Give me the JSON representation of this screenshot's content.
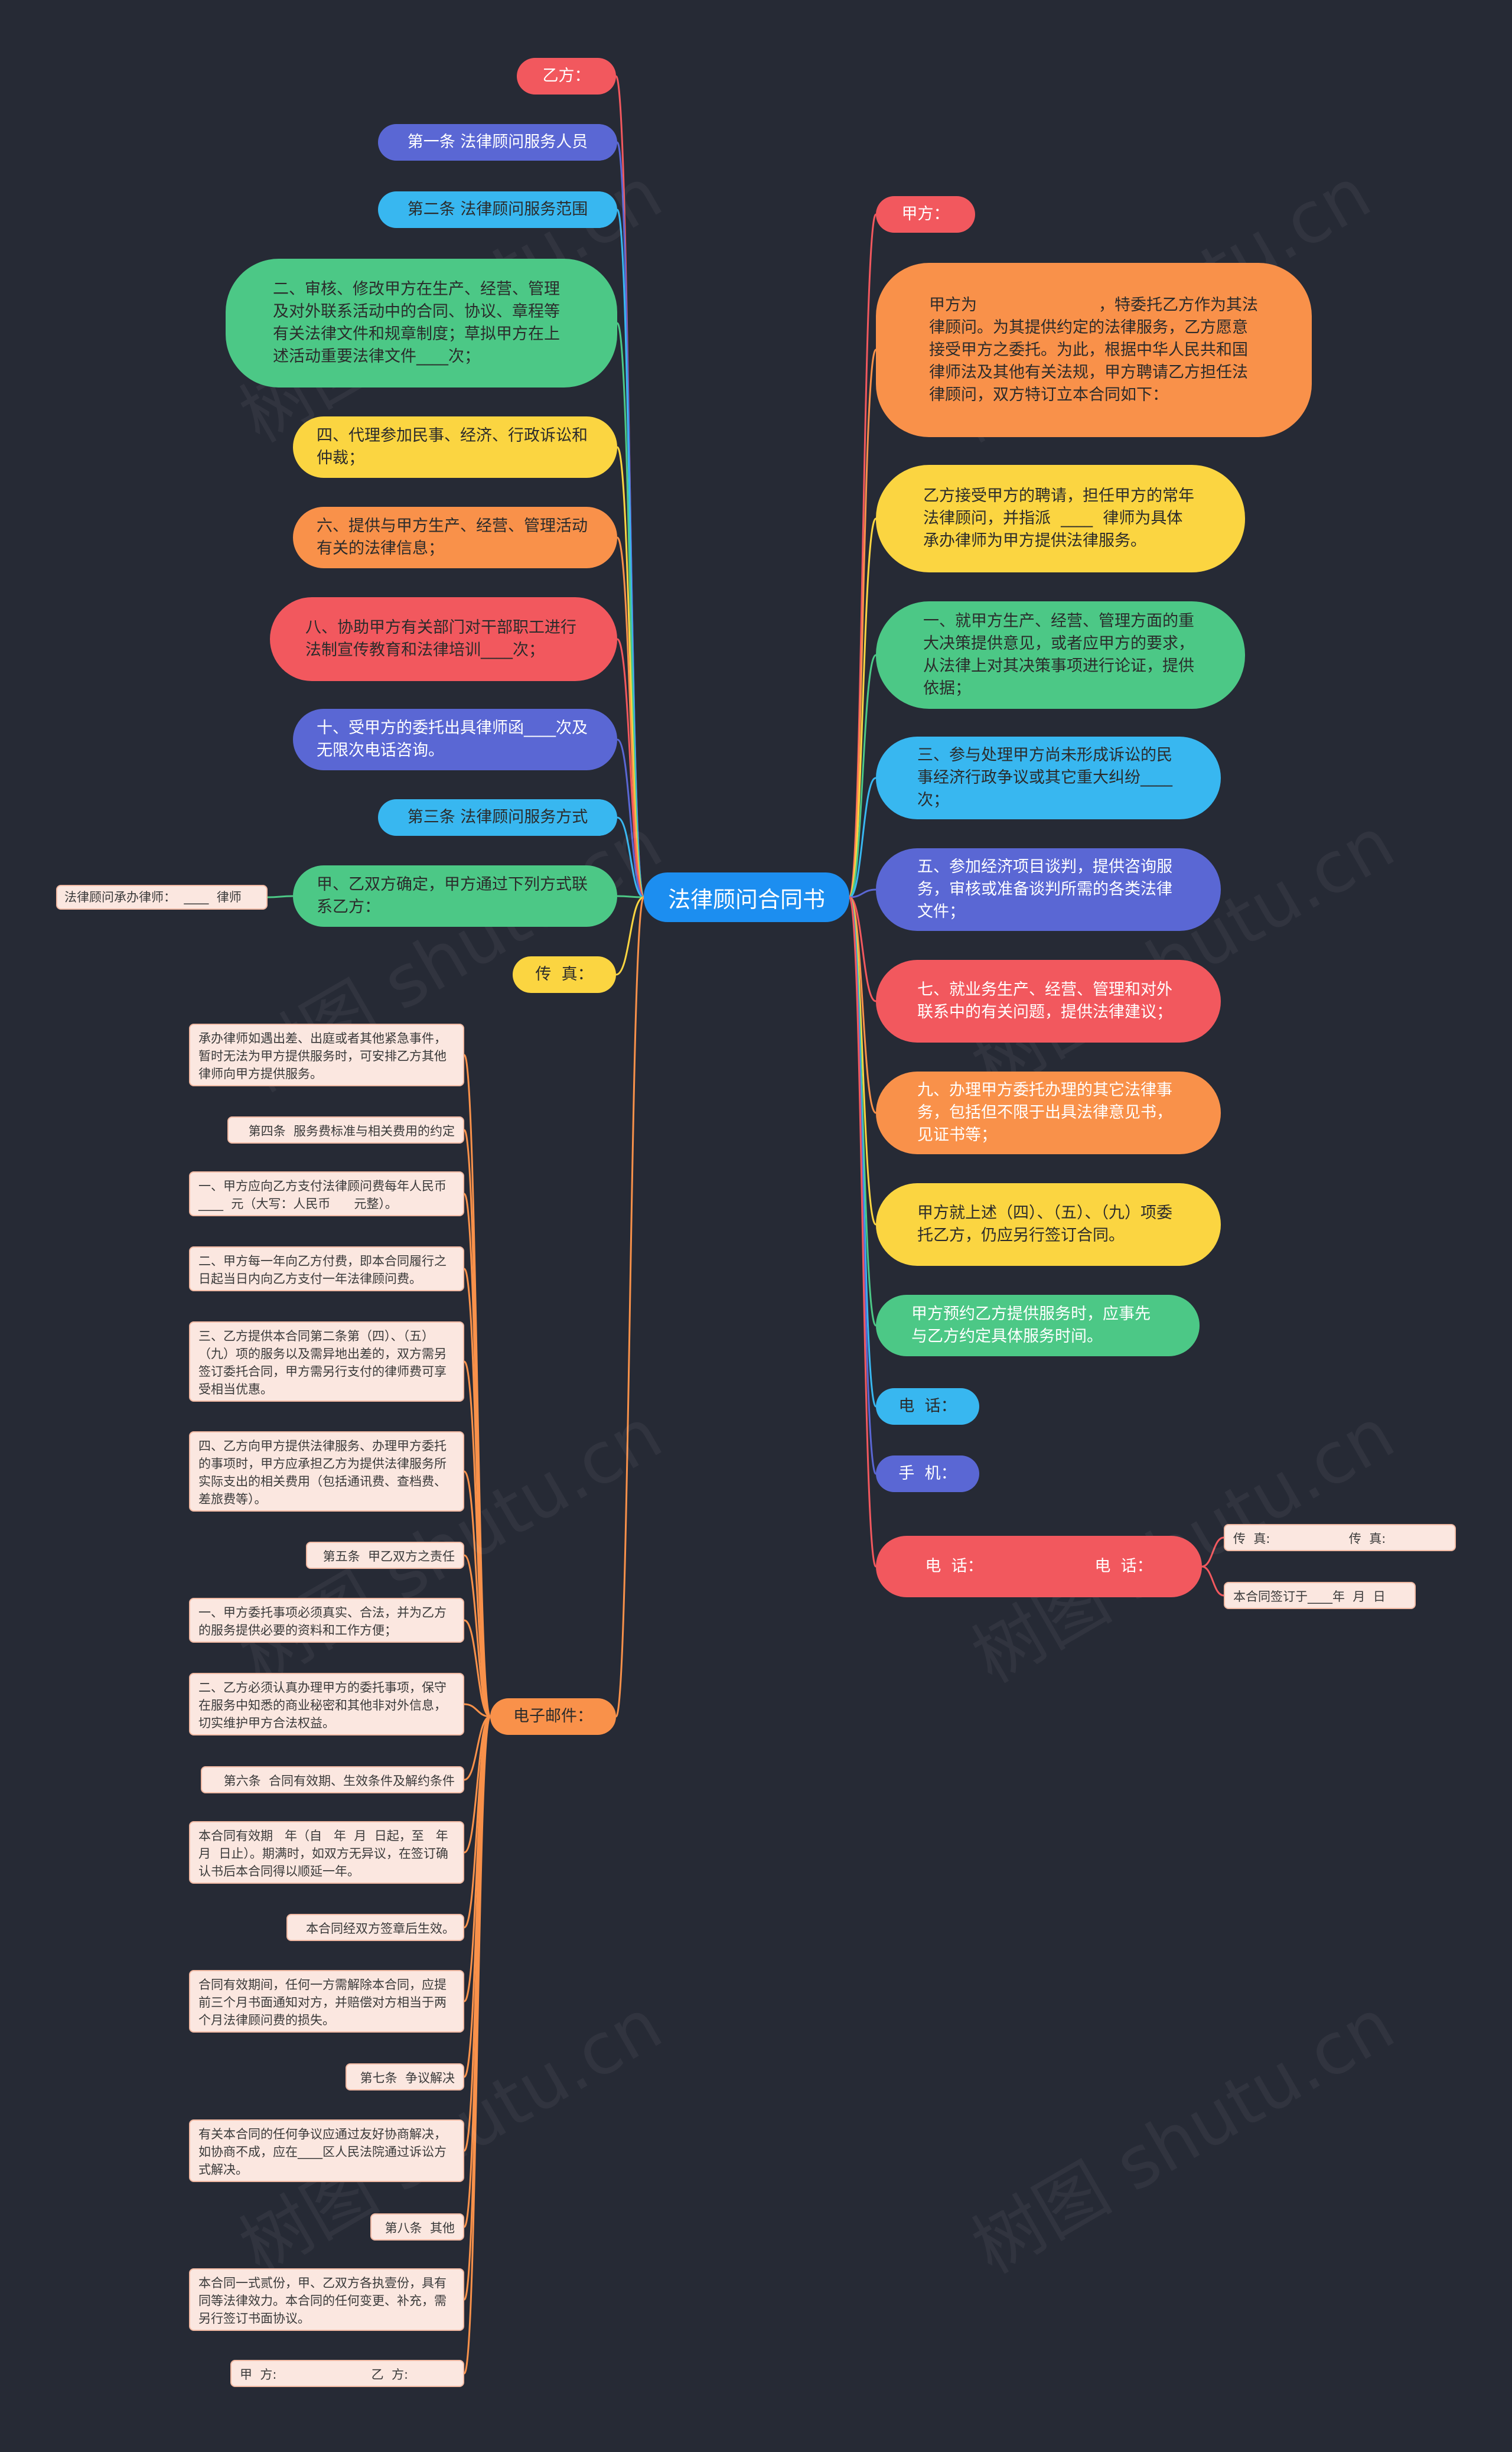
{
  "root": {
    "label": "法律顾问合同书"
  },
  "left": {
    "yifang": "乙方：",
    "art1": "第一条 法律顾问服务人员",
    "art2": "第二条 法律顾问服务范围",
    "item2": "二、审核、修改甲方在生产、经营、管理及对外联系活动中的合同、协议、章程等有关法律文件和规章制度；草拟甲方在上述活动重要法律文件____次；",
    "item4": "四、代理参加民事、经济、行政诉讼和仲裁；",
    "item6": "六、提供与甲方生产、经营、管理活动有关的法律信息；",
    "item8": "八、协助甲方有关部门对干部职工进行法制宣传教育和法律培训____次；",
    "item10": "十、受甲方的委托出具律师函____次及无限次电话咨询。",
    "art3": "第三条 法律顾问服务方式",
    "contact": "甲、乙双方确定，甲方通过下列方式联系乙方：",
    "contact_note": "法律顾问承办律师：  ____  律师",
    "fax": "传  真：",
    "email": "电子邮件："
  },
  "notes": [
    "承办律师如遇出差、出庭或者其他紧急事件，暂时无法为甲方提供服务时，可安排乙方其他律师向甲方提供服务。",
    "第四条  服务费标准与相关费用的约定",
    "一、甲方应向乙方支付法律顾问费每年人民币  ____  元（大写：人民币      元整）。",
    "二、甲方每一年向乙方付费，即本合同履行之日起当日内向乙方支付一年法律顾问费。",
    "三、乙方提供本合同第二条第（四）、（五）（九）项的服务以及需异地出差的，双方需另签订委托合同，甲方需另行支付的律师费可享受相当优惠。",
    "四、乙方向甲方提供法律服务、办理甲方委托的事项时，甲方应承担乙方为提供法律服务所实际支出的相关费用（包括通讯费、查档费、差旅费等）。",
    "第五条  甲乙双方之责任",
    "一、甲方委托事项必须真实、合法，并为乙方的服务提供必要的资料和工作方便；",
    "二、乙方必须认真办理甲方的委托事项，保守在服务中知悉的商业秘密和其他非对外信息，切实维护甲方合法权益。",
    "第六条  合同有效期、生效条件及解约条件",
    "本合同有效期   年（自   年  月  日起，至   年  月  日止）。期满时，如双方无异议，在签订确认书后本合同得以顺延一年。",
    "本合同经双方签章后生效。",
    "合同有效期间，任何一方需解除本合同，应提前三个月书面通知对方，并赔偿对方相当于两个月法律顾问费的损失。",
    "第七条  争议解决",
    "有关本合同的任何争议应通过友好协商解决，如协商不成，应在____区人民法院通过诉讼方式解决。",
    "第八条  其他",
    "本合同一式贰份，甲、乙双方各执壹份，具有同等法律效力。本合同的任何变更、补充，需另行签订书面协议。",
    "甲  方:                        乙  方:"
  ],
  "right": {
    "jiafang": "甲方：",
    "intro": "甲方为                        ，特委托乙方作为其法律顾问。为其提供约定的法律服务，乙方愿意接受甲方之委托。为此，根据中华人民共和国律师法及其他有关法规，甲方聘请乙方担任法律顾问，双方特订立本合同如下：",
    "accept": "乙方接受甲方的聘请，担任甲方的常年法律顾问，并指派  ____  律师为具体承办律师为甲方提供法律服务。",
    "item1": "一、就甲方生产、经营、管理方面的重大决策提供意见，或者应甲方的要求，从法律上对其决策事项进行论证，提供依据；",
    "item3": "三、参与处理甲方尚未形成诉讼的民事经济行政争议或其它重大纠纷____次；",
    "item5": "五、参加经济项目谈判，提供咨询服务，审核或准备谈判所需的各类法律文件；",
    "item7": "七、就业务生产、经营、管理和对外联系中的有关问题，提供法律建议；",
    "item9": "九、办理甲方委托办理的其它法律事务，包括但不限于出具法律意见书，见证书等；",
    "extra": "甲方就上述（四）、（五）、（九）项委托乙方，仍应另行签订合同。",
    "appoint": "甲方预约乙方提供服务时，应事先与乙方约定具体服务时间。",
    "phone": "电  话：",
    "mobile": "手  机：",
    "phone2": "电  话：                      电  话：",
    "note_fax": "传  真:                    传  真:",
    "note_date": "本合同签订于____年  月  日"
  },
  "watermark": "树图 shutu.cn",
  "colors": {
    "background": "#262a35",
    "root": "#1c8ef0"
  }
}
